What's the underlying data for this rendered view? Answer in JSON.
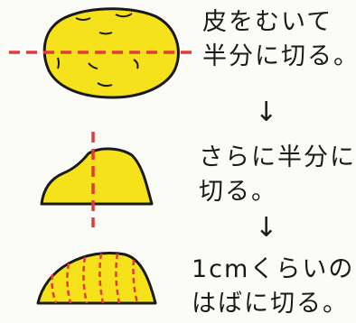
{
  "steps": [
    {
      "lines": [
        "皮をむいて",
        "半分に切る。"
      ]
    },
    {
      "lines": [
        "さらに半分に",
        "切る。"
      ]
    },
    {
      "lines": [
        "1cmくらいの",
        "はばに切る。"
      ]
    }
  ],
  "arrow_glyph": "↓",
  "colors": {
    "potato_fill": "#f5e21b",
    "outline": "#1a1a1a",
    "cut_line": "#e23b3b",
    "background": "#fbfbf7"
  }
}
